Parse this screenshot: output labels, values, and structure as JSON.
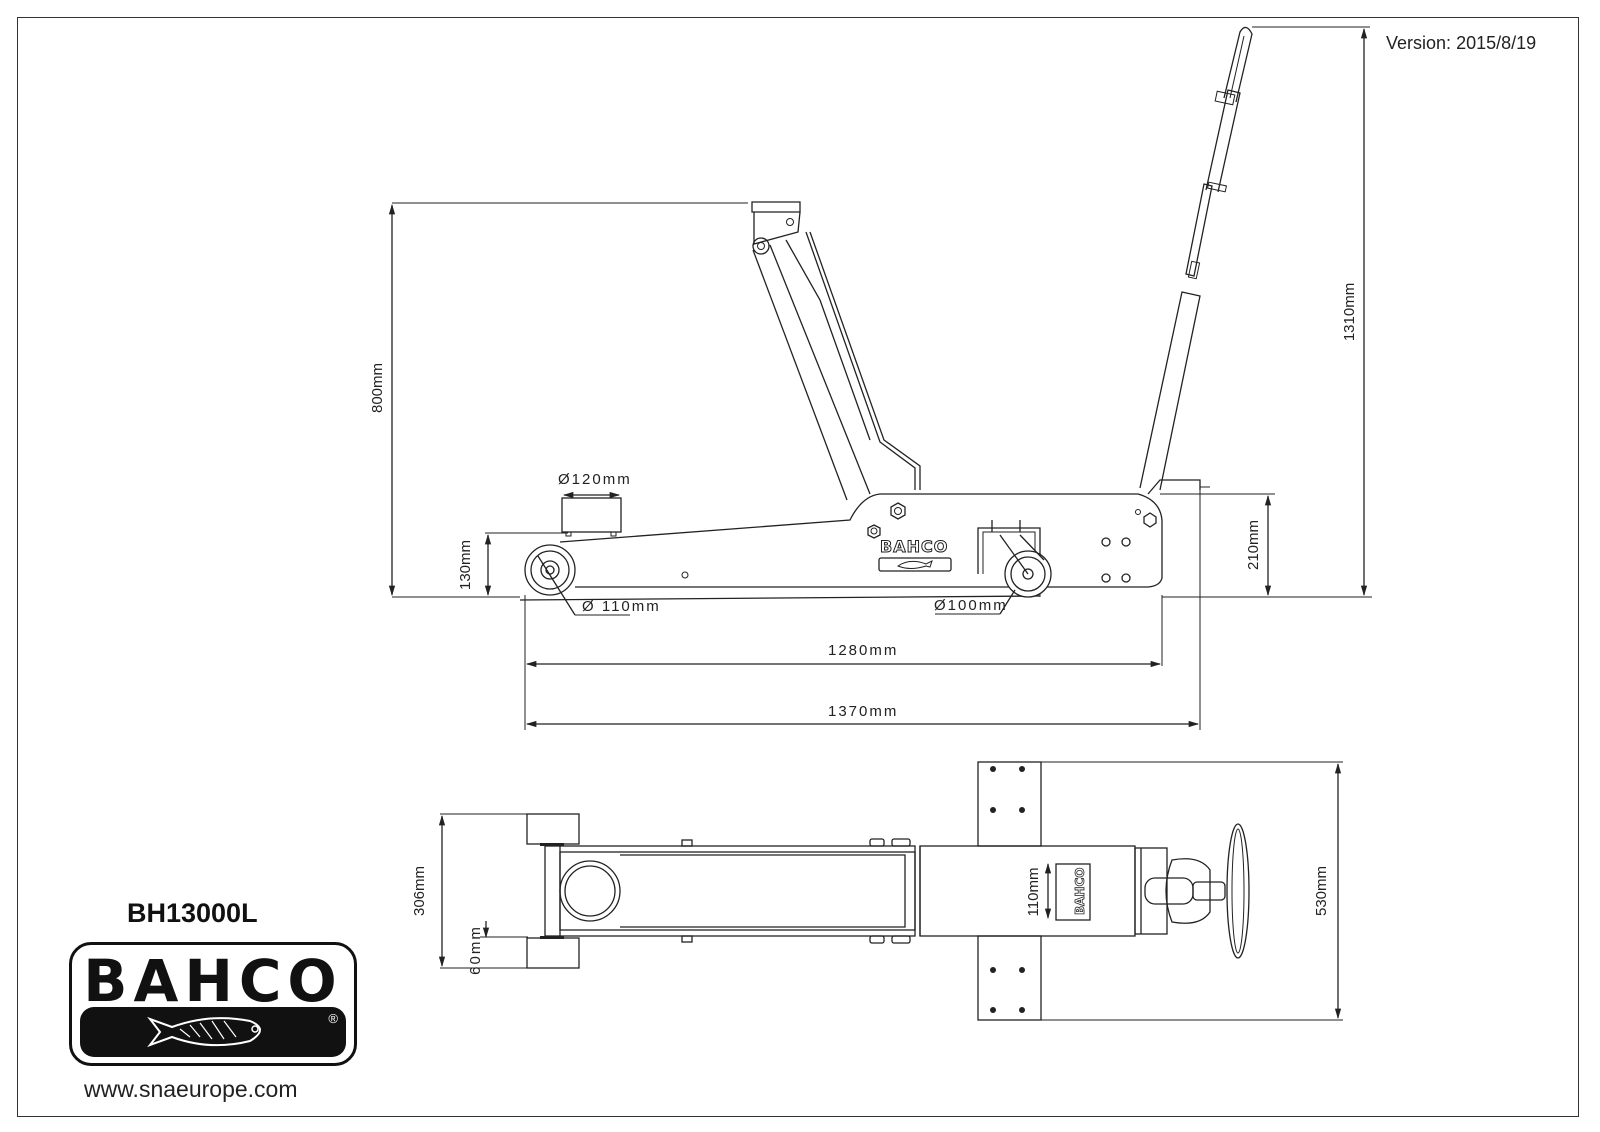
{
  "header": {
    "version_label": "Version:",
    "version_value": "2015/8/19"
  },
  "product": {
    "model": "BH13000L",
    "brand": "BAHCO",
    "registered_mark": "®",
    "website": "www.snaeurope.com"
  },
  "side_view": {
    "dimensions": {
      "max_lift_height": "800mm",
      "overall_height_handle": "1310mm",
      "min_height": "130mm",
      "chassis_height": "210mm",
      "saddle_diameter": "Ø120mm",
      "front_wheel_diameter": "Ø 110mm",
      "rear_wheel_diameter": "Ø100mm",
      "chassis_length": "1280mm",
      "overall_length": "1370mm"
    },
    "chassis_label": "BAHCO"
  },
  "top_view": {
    "dimensions": {
      "front_width": "306mm",
      "front_wheel_width": "60mm",
      "rear_width": "530mm",
      "chassis_inner_width": "110mm"
    },
    "chassis_label": "BAHCO"
  }
}
